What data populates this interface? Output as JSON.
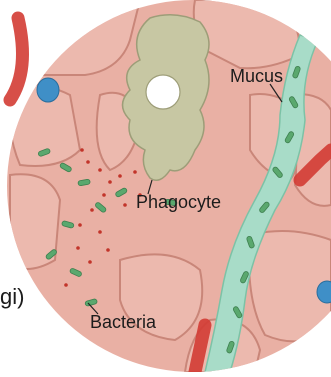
{
  "labels": {
    "mucus": "Mucus",
    "phagocyte": "Phagocyte",
    "bacteria": "Bacteria",
    "left_fragment": "gi)"
  },
  "colors": {
    "tissue": "#e9b0a4",
    "cell_fill": "#ecb9ae",
    "cell_edge": "#c98679",
    "phagocyte": "#c7c7a3",
    "mucus": "#a8dcc8",
    "bacteria": "#5aa86e",
    "dots": "#c2342a",
    "nucleus": "#3f8fc7",
    "watermark": "#d33c34"
  }
}
